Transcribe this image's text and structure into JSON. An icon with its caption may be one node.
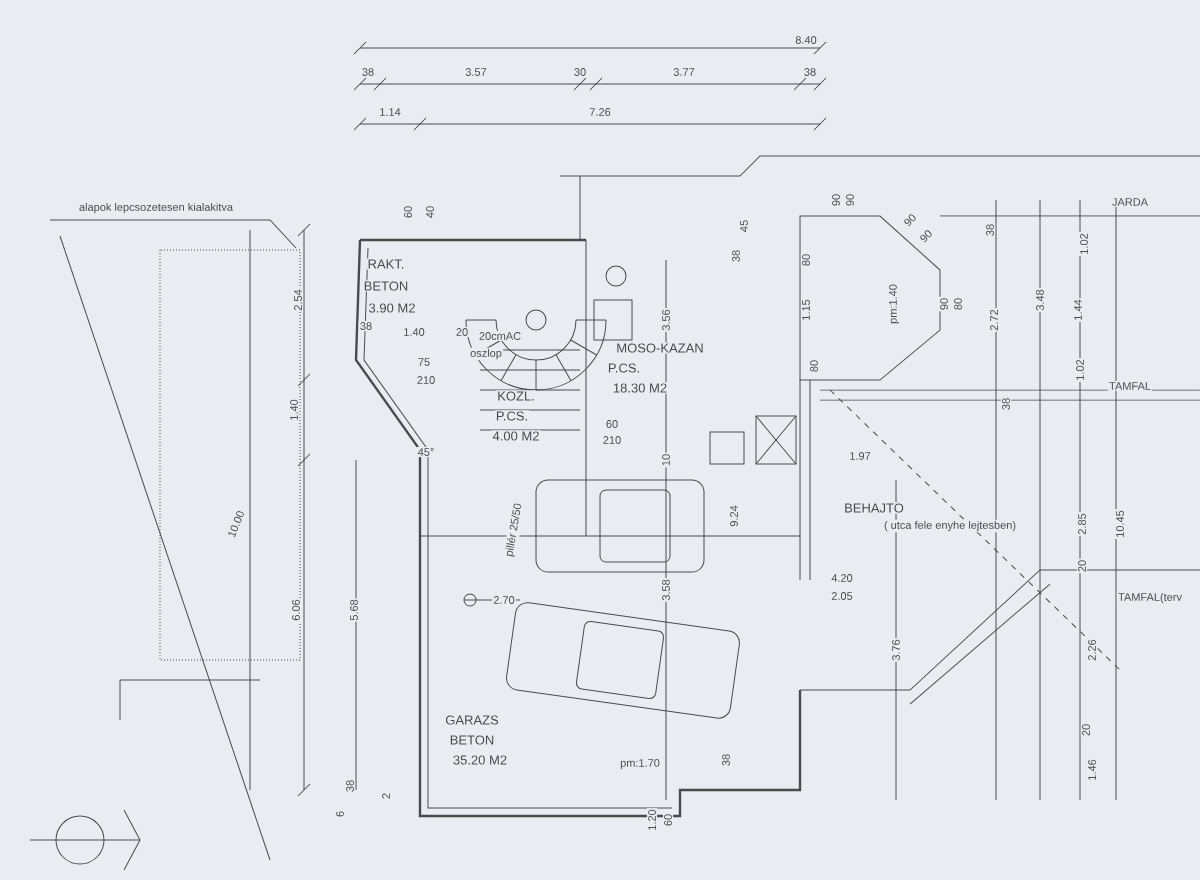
{
  "diagram": {
    "labels": [
      "8.40",
      "38",
      "3.57",
      "30",
      "3.77",
      "38",
      "1.14",
      "7.26",
      "alapok lepcsozetesen kialakitva",
      "60",
      "40",
      "90",
      "90",
      "90",
      "90",
      "JARDA",
      "38",
      "1.02",
      "45",
      "38",
      "RAKT.",
      "BETON",
      "3.90 M2",
      "2.54",
      "80",
      "3.56",
      "1.15",
      "pm:1.40",
      "90",
      "80",
      "2.72",
      "3.48",
      "1.44",
      "38",
      "1.40",
      "20",
      "20cmAC",
      "oszlop",
      "MOSO-KAZAN",
      "P.CS.",
      "18.30 M2",
      "75",
      "210",
      "80",
      "1.02",
      "TAMFAL",
      "38",
      "KOZL.",
      "60",
      "210",
      "1.40",
      "P.CS.",
      "4.00 M2",
      "45°",
      "10",
      "1.97",
      "BEHAJTO",
      "( utca fele enyhe lejtesben)",
      "10.00",
      "pillér 25/50",
      "9.24",
      "2.85",
      "10.45",
      "20",
      "4.20",
      "6.06",
      "5.68",
      "2.70",
      "3.58",
      "2.05",
      "TAMFAL(terv",
      "3.76",
      "2.26",
      "GARAZS",
      "BETON",
      "35.20 M2",
      "20",
      "pm:1.70",
      "38",
      "1.46",
      "38",
      "6",
      "2",
      "1.20",
      "60"
    ]
  }
}
